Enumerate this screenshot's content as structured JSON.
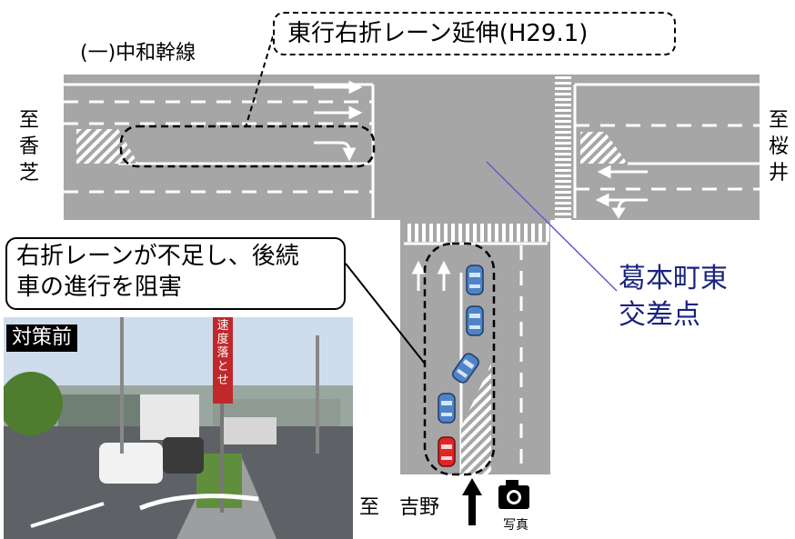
{
  "route_name": "(一)中和幹線",
  "to_west": "至香芝",
  "to_east": "至桜井",
  "to_south": "至　吉野",
  "callout_top": "東行右折レーン延伸(H29.1)",
  "callout_left": [
    "右折レーンが不足し、後続",
    "車の進行を阻害"
  ],
  "intersection_name": [
    "葛本町東",
    "交差点"
  ],
  "photo_caption": "対策前",
  "photo_sign": "速度落とせ",
  "camera_label": "写真",
  "colors": {
    "road": "#a6a6a6",
    "car_blue": "#4f83c6",
    "car_red": "#e02525",
    "leader_line": "#5d5fd0",
    "intersection_text": "#1a237e"
  },
  "icons": [
    "camera-icon",
    "north-arrow-icon",
    "lane-arrow-icon"
  ]
}
